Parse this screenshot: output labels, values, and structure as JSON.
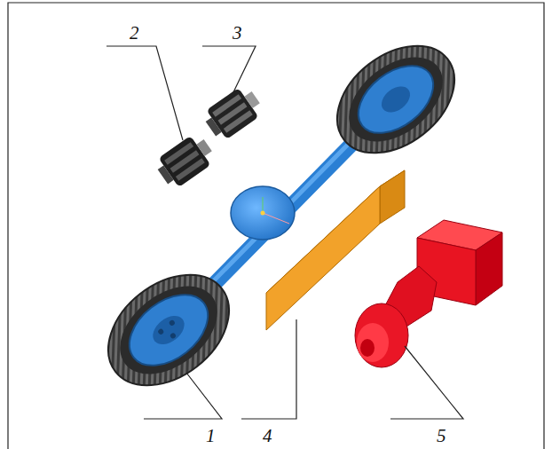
{
  "diagram": {
    "labels": [
      "2",
      "3",
      "1",
      "4",
      "5"
    ]
  }
}
